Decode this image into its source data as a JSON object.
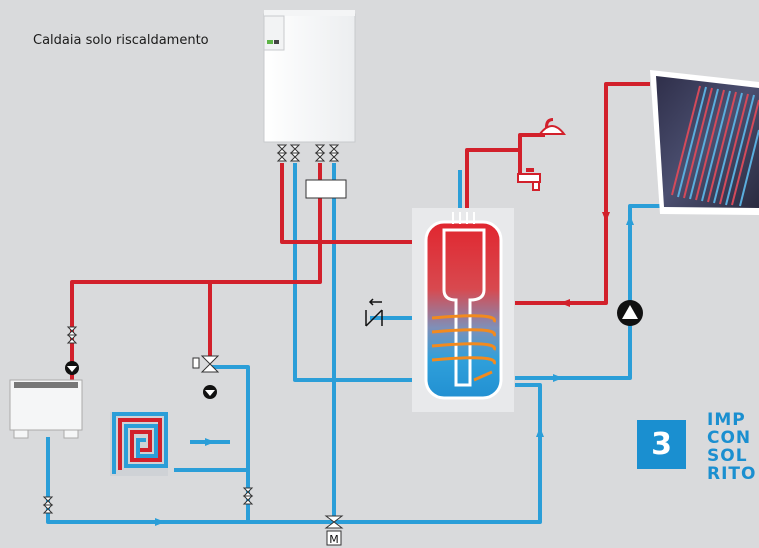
{
  "boiler": {
    "label": "Caldaia solo riscaldamento"
  },
  "step": {
    "number": "3",
    "title_lines": [
      "IMP",
      "CON",
      "SOL",
      "RITO"
    ]
  },
  "colors": {
    "background": "#d9dadc",
    "hot_pipe": "#d2202b",
    "cold_pipe": "#2b9ed8",
    "accent": "#1a8fd0"
  },
  "icons": [
    "boiler-icon",
    "solar-collector-icon",
    "storage-tank-icon",
    "fan-coil-icon",
    "floor-heating-coil-icon",
    "shower-icon",
    "tap-icon",
    "pump-icon",
    "valve-icon",
    "check-valve-icon",
    "three-way-valve-icon",
    "motorized-mixing-valve-icon",
    "hydraulic-separator-icon"
  ]
}
